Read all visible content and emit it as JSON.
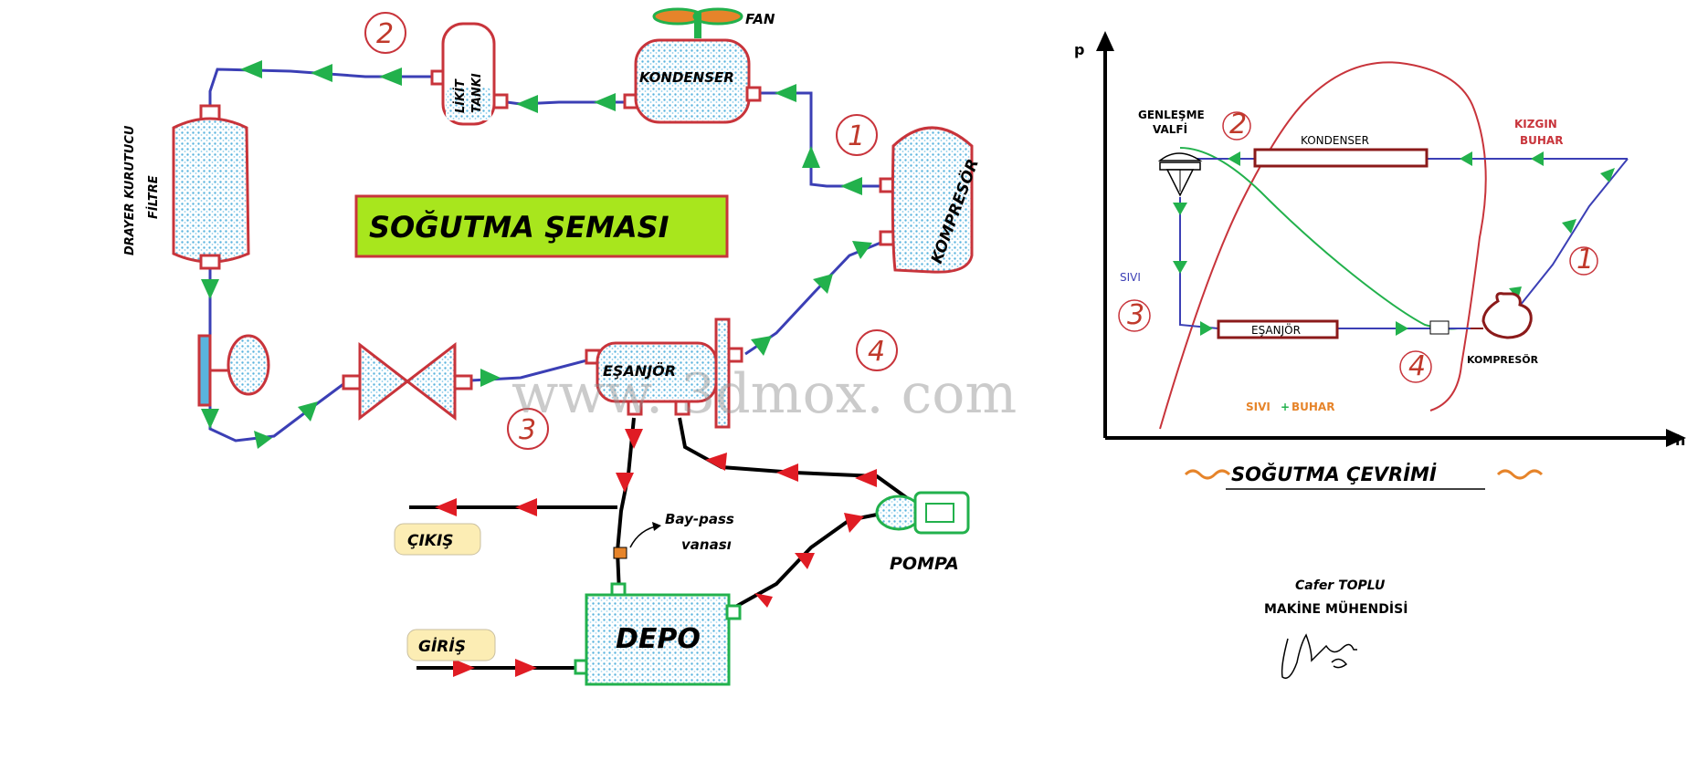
{
  "schema": {
    "fan_label": "FAN",
    "condenser_label": "KONDENSER",
    "liquid_tank_label_1": "LİKİT",
    "liquid_tank_label_2": "TANKI",
    "compressor_label": "KOMPRESÖR",
    "dryer_label_1": "DRAYER KURUTUCU",
    "dryer_label_2": "FİLTRE",
    "title": "SOĞUTMA ŞEMASI",
    "exchanger_label": "EŞANJÖR",
    "bypass_label_1": "Bay-pass",
    "bypass_label_2": "vanası",
    "pump_label": "POMPA",
    "outlet_label": "ÇIKIŞ",
    "inlet_label": "GİRİŞ",
    "tank_label": "DEPO",
    "point_1": "1",
    "point_2": "2",
    "point_3": "3",
    "point_4": "4"
  },
  "cycle": {
    "y_axis": "p",
    "x_axis": "h",
    "expansion_label_1": "GENLEŞME",
    "expansion_label_2": "VALFİ",
    "condenser_label": "KONDENSER",
    "superheated_1": "KIZGIN",
    "superheated_2": "BUHAR",
    "liquid": "SIVI",
    "exchanger_label": "EŞANJÖR",
    "compressor_label": "KOMPRESÖR",
    "mix_liquid": "SIVI",
    "mix_plus": "+",
    "mix_vapor": "BUHAR",
    "point_1": "1",
    "point_2": "2",
    "point_3": "3",
    "point_4": "4",
    "title": "SOĞUTMA ÇEVRİMİ"
  },
  "author": {
    "name": "Cafer TOPLU",
    "profession": "MAKİNE MÜHENDİSİ"
  },
  "watermark": "www. 3dmox. com",
  "colors": {
    "pipe_blue": "#3b3fb5",
    "arrow_green": "#22b14c",
    "frame_red": "#c8343b",
    "fill_blue": "#5ab4de",
    "title_bg": "#a8e61d",
    "depo_green": "#22b14c",
    "water_red": "#e01c24",
    "tag_bg": "#fcedb4"
  }
}
